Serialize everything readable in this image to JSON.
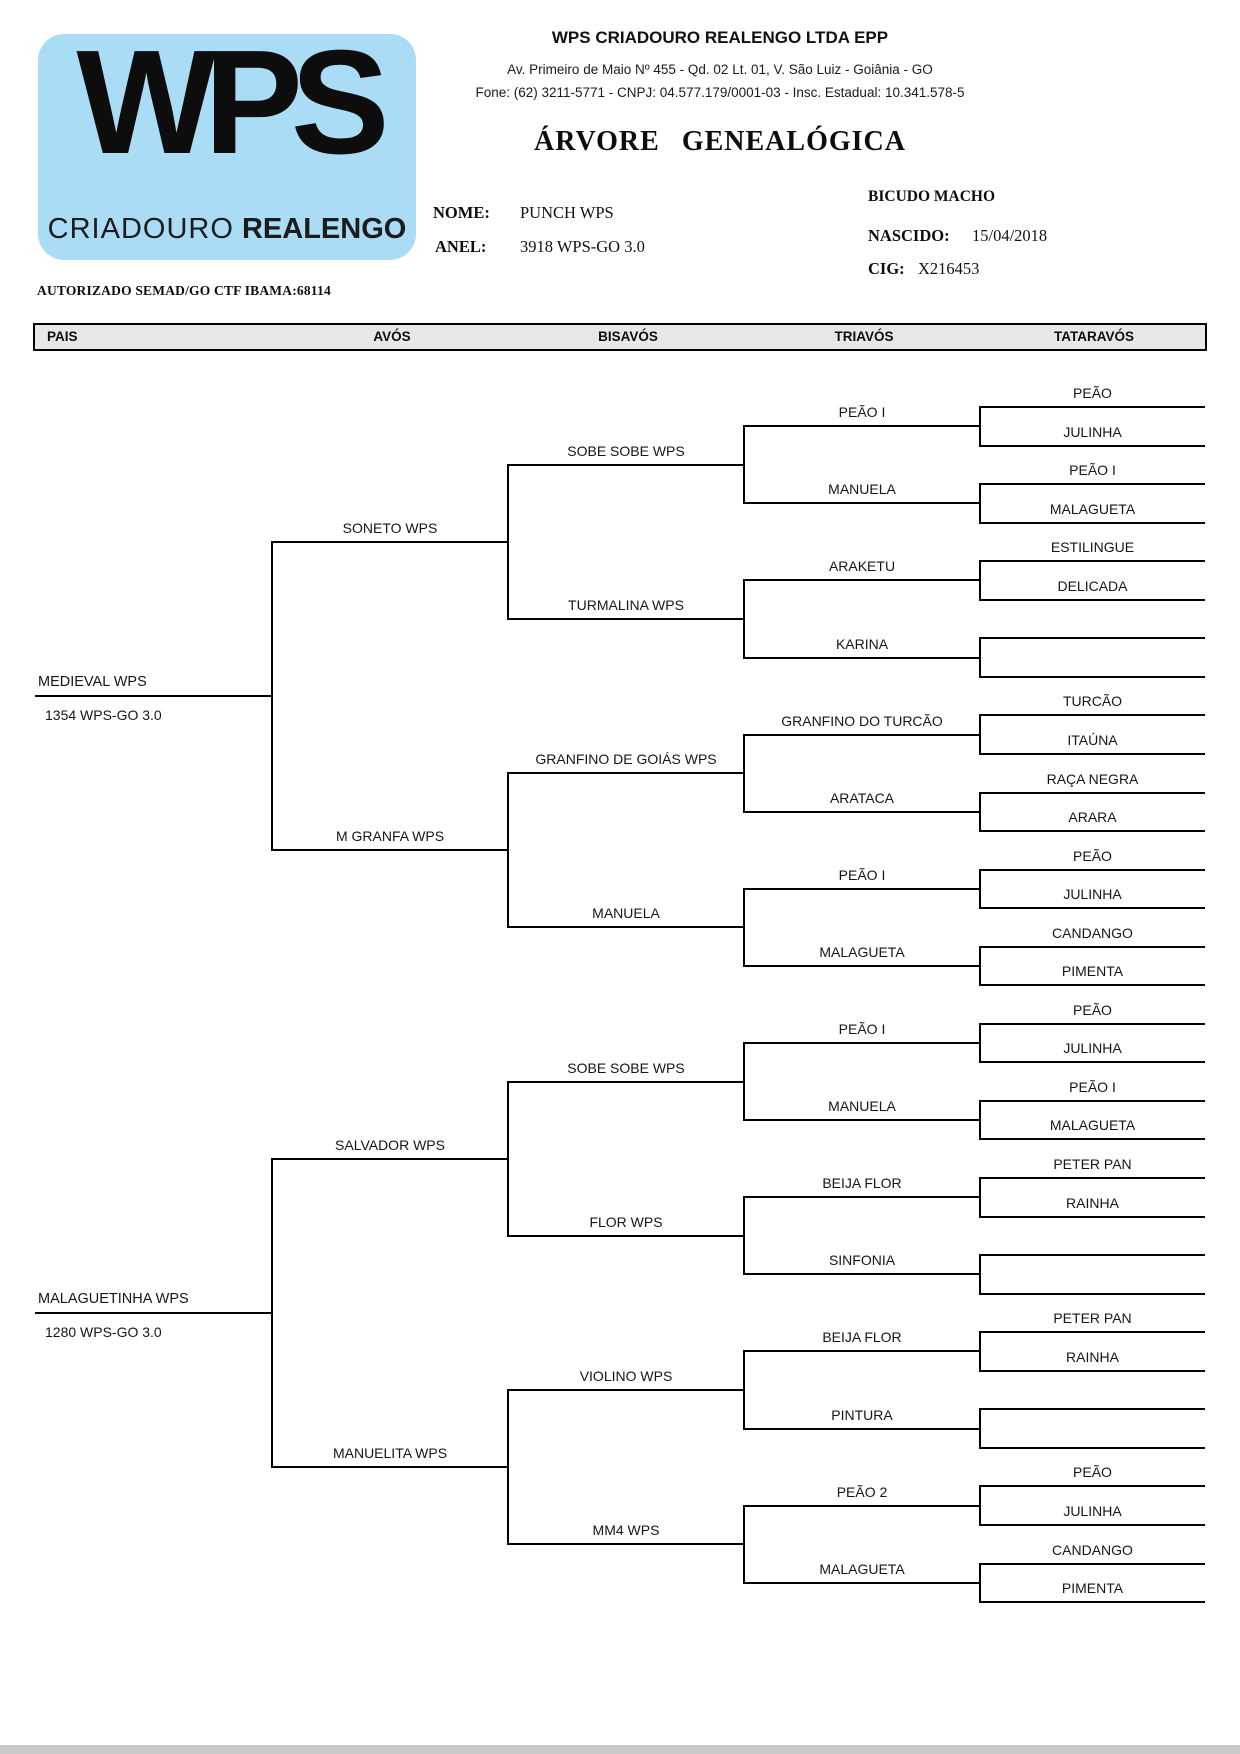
{
  "header": {
    "logo": {
      "acronym": "WPS",
      "subtitle_light": "CRIADOURO",
      "subtitle_bold": "REALENGO",
      "bg_color": "#aadcf5"
    },
    "company": "WPS CRIADOURO REALENGO LTDA EPP",
    "address": "Av. Primeiro de Maio Nº 455 - Qd. 02 Lt. 01, V. São Luiz  - Goiânia - GO",
    "contact": "Fone: (62) 3211-5771  -  CNPJ: 04.577.179/0001-03  -  Insc. Estadual: 10.341.578-5",
    "document_title": "ÁRVORE  GENEALÓGICA",
    "authorization": "AUTORIZADO SEMAD/GO CTF IBAMA:68114"
  },
  "bird": {
    "nome_label": "NOME:",
    "nome": "PUNCH WPS",
    "anel_label": "ANEL:",
    "anel": "3918 WPS-GO 3.0",
    "species_sex": "BICUDO MACHO",
    "nascido_label": "NASCIDO:",
    "nascido": "15/04/2018",
    "cig_label": "CIG:",
    "cig": "X216453"
  },
  "columns": [
    "PAIS",
    "AVÓS",
    "BISAVÓS",
    "TRIAVÓS",
    "TATARAVÓS"
  ],
  "colors": {
    "line": "#000000",
    "header_bar_bg": "#e7e7e7",
    "logo_blue": "#aadcf5",
    "footer_strip": "#c9c9c9"
  },
  "pedigree": [
    {
      "name": "MEDIEVAL WPS",
      "ring": "1354 WPS-GO 3.0",
      "children": [
        {
          "name": "SONETO WPS",
          "children": [
            {
              "name": "SOBE SOBE WPS",
              "children": [
                {
                  "name": "PEÃO I",
                  "children": [
                    {
                      "name": "PEÃO"
                    },
                    {
                      "name": "JULINHA"
                    }
                  ]
                },
                {
                  "name": "MANUELA",
                  "children": [
                    {
                      "name": "PEÃO I"
                    },
                    {
                      "name": "MALAGUETA"
                    }
                  ]
                }
              ]
            },
            {
              "name": "TURMALINA WPS",
              "children": [
                {
                  "name": "ARAKETU",
                  "children": [
                    {
                      "name": "ESTILINGUE"
                    },
                    {
                      "name": "DELICADA"
                    }
                  ]
                },
                {
                  "name": "KARINA",
                  "children": [
                    {
                      "name": ""
                    },
                    {
                      "name": ""
                    }
                  ]
                }
              ]
            }
          ]
        },
        {
          "name": "M GRANFA WPS",
          "children": [
            {
              "name": "GRANFINO DE GOIÁS WPS",
              "children": [
                {
                  "name": "GRANFINO DO TURCÃO",
                  "children": [
                    {
                      "name": "TURCÃO"
                    },
                    {
                      "name": "ITAÚNA"
                    }
                  ]
                },
                {
                  "name": "ARATACA",
                  "children": [
                    {
                      "name": "RAÇA NEGRA"
                    },
                    {
                      "name": "ARARA"
                    }
                  ]
                }
              ]
            },
            {
              "name": "MANUELA",
              "children": [
                {
                  "name": "PEÃO I",
                  "children": [
                    {
                      "name": "PEÃO"
                    },
                    {
                      "name": "JULINHA"
                    }
                  ]
                },
                {
                  "name": "MALAGUETA",
                  "children": [
                    {
                      "name": "CANDANGO"
                    },
                    {
                      "name": "PIMENTA"
                    }
                  ]
                }
              ]
            }
          ]
        }
      ]
    },
    {
      "name": "MALAGUETINHA WPS",
      "ring": "1280 WPS-GO 3.0",
      "children": [
        {
          "name": "SALVADOR WPS",
          "children": [
            {
              "name": "SOBE SOBE WPS",
              "children": [
                {
                  "name": "PEÃO I",
                  "children": [
                    {
                      "name": "PEÃO"
                    },
                    {
                      "name": "JULINHA"
                    }
                  ]
                },
                {
                  "name": "MANUELA",
                  "children": [
                    {
                      "name": "PEÃO I"
                    },
                    {
                      "name": "MALAGUETA"
                    }
                  ]
                }
              ]
            },
            {
              "name": "FLOR WPS",
              "children": [
                {
                  "name": "BEIJA FLOR",
                  "children": [
                    {
                      "name": "PETER PAN"
                    },
                    {
                      "name": "RAINHA"
                    }
                  ]
                },
                {
                  "name": "SINFONIA",
                  "children": [
                    {
                      "name": ""
                    },
                    {
                      "name": ""
                    }
                  ]
                }
              ]
            }
          ]
        },
        {
          "name": "MANUELITA WPS",
          "children": [
            {
              "name": "VIOLINO WPS",
              "children": [
                {
                  "name": "BEIJA FLOR",
                  "children": [
                    {
                      "name": "PETER PAN"
                    },
                    {
                      "name": "RAINHA"
                    }
                  ]
                },
                {
                  "name": "PINTURA",
                  "children": [
                    {
                      "name": ""
                    },
                    {
                      "name": ""
                    }
                  ]
                }
              ]
            },
            {
              "name": "MM4 WPS",
              "children": [
                {
                  "name": "PEÃO 2",
                  "children": [
                    {
                      "name": "PEÃO"
                    },
                    {
                      "name": "JULINHA"
                    }
                  ]
                },
                {
                  "name": "MALAGUETA",
                  "children": [
                    {
                      "name": "CANDANGO"
                    },
                    {
                      "name": "PIMENTA"
                    }
                  ]
                }
              ]
            }
          ]
        }
      ]
    }
  ]
}
